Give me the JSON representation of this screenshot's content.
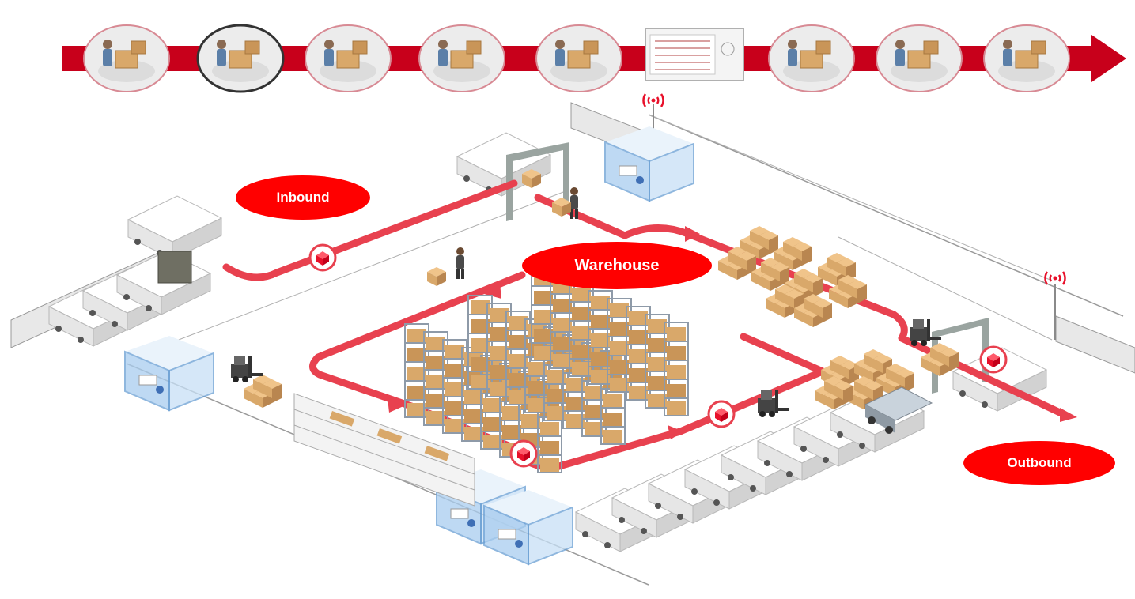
{
  "labels": {
    "inbound": "Inbound",
    "warehouse": "Warehouse",
    "outbound": "Outbound"
  },
  "colors": {
    "flow_path": "#e8414f",
    "timeline_arrow": "#c8001b",
    "label_fill": "#ff0000",
    "floor_line": "#9a9a9a",
    "box": "#d9a86a",
    "rack": "#8e9aa8",
    "office_glass": "#a9cdef",
    "trailer": "#f2f2f2"
  },
  "timeline_steps": [
    {
      "icon": "receiving-desk-icon"
    },
    {
      "icon": "pallet-scale-icon"
    },
    {
      "icon": "inspection-worker-icon"
    },
    {
      "icon": "forklift-storage-icon"
    },
    {
      "icon": "computer-operator-icon"
    },
    {
      "icon": "schedule-screen-icon"
    },
    {
      "icon": "picking-aisle-icon"
    },
    {
      "icon": "pallet-stack-icon"
    },
    {
      "icon": "dispatch-dock-icon"
    }
  ],
  "flow_markers": [
    {
      "icon": "package-icon"
    },
    {
      "icon": "package-icon"
    },
    {
      "icon": "package-icon"
    },
    {
      "icon": "package-icon"
    }
  ],
  "wifi_antennas": [
    {
      "icon": "wifi-signal-icon"
    },
    {
      "icon": "wifi-signal-icon"
    }
  ]
}
